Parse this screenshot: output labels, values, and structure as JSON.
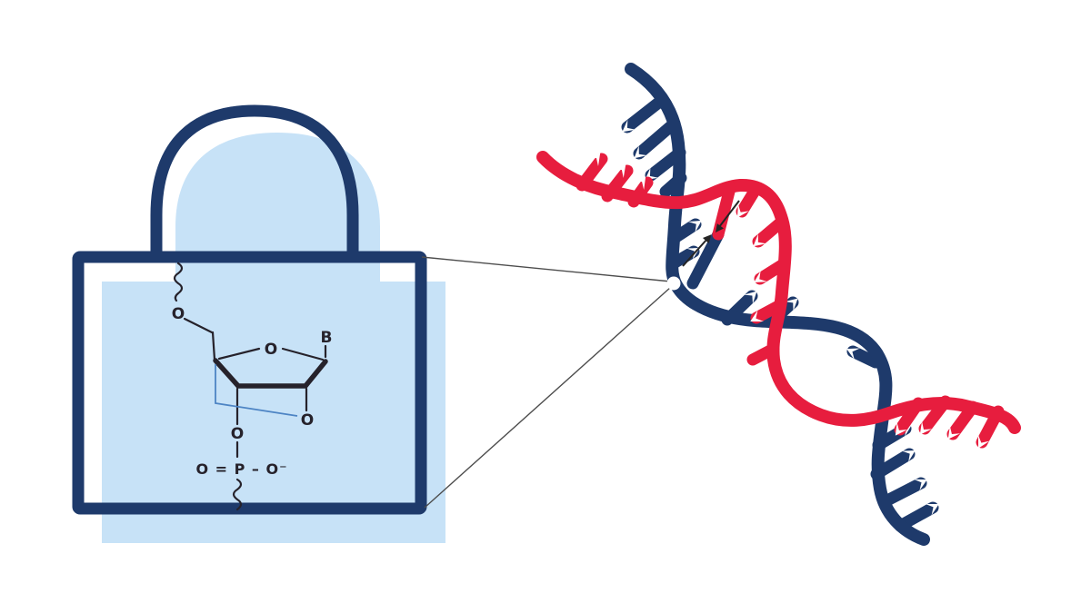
{
  "background_color": "#FFFFFF",
  "lock": {
    "labels": {
      "o5_prime": "O",
      "ring_oxygen": "O",
      "base": "B",
      "o2_prime": "O",
      "o3_prime": "O",
      "phosphate": "O = P – O⁻"
    },
    "colors": {
      "outline_navy": "#1E3A6B",
      "fill_light_blue": "#C7E2F7",
      "bond_dark": "#26222B",
      "bridge_blue": "#4D84C4"
    }
  },
  "connector": {
    "color": "#4D4D4D"
  },
  "dna": {
    "colors": {
      "strand_navy": "#1E3A6B",
      "strand_red": "#E71D3E",
      "arrow_black": "#242424",
      "junction_dot": "#FFFFFF"
    }
  }
}
